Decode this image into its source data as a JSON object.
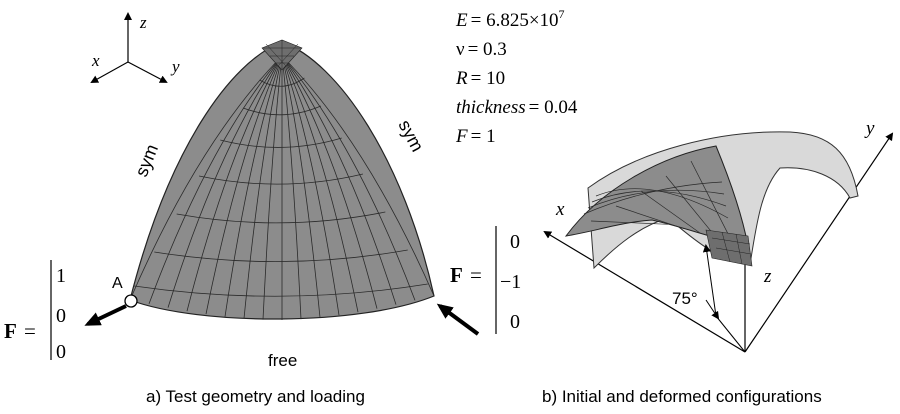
{
  "panel_a": {
    "caption": "a) Test geometry and loading",
    "axes": {
      "x": "x",
      "y": "y",
      "z": "z"
    },
    "edge_labels": {
      "left": "sym",
      "right": "sym",
      "bottom": "free"
    },
    "point_label": "A",
    "force_left": {
      "label": "F",
      "equals": "=",
      "components": [
        "1",
        "0",
        "0"
      ]
    },
    "force_right": {
      "label": "F",
      "equals": "=",
      "components": [
        "0",
        "−1",
        "0"
      ]
    }
  },
  "parameters": [
    {
      "symbol": "E",
      "value": "= 6.825×10",
      "exponent": "7"
    },
    {
      "symbol": "ν",
      "value": "= 0.3"
    },
    {
      "symbol": "R",
      "value": "= 10"
    },
    {
      "symbol": "thickness",
      "value": "= 0.04"
    },
    {
      "symbol": "F",
      "value": "= 1"
    }
  ],
  "panel_b": {
    "caption": "b) Initial and deformed configurations",
    "axes": {
      "x": "x",
      "y": "y",
      "z": "z"
    },
    "angle_label": "75°"
  },
  "colors": {
    "shell_fill": "#8c8c8c",
    "shell_light": "#d9d9d9",
    "mesh_line": "#2a2a2a",
    "ink": "#000000"
  }
}
